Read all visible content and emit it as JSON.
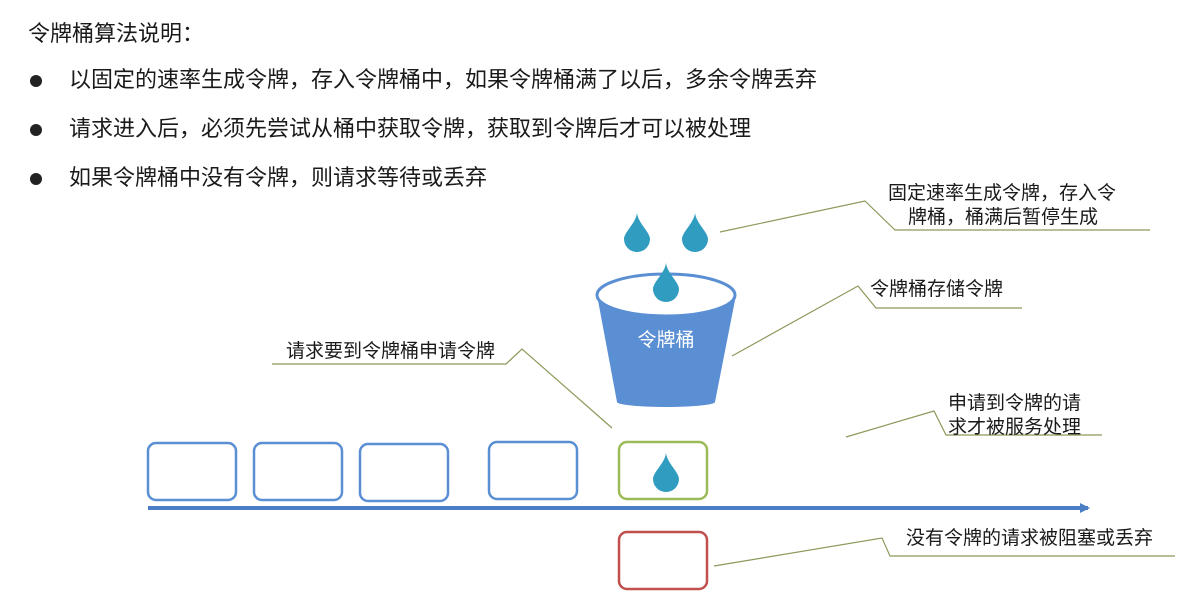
{
  "header": {
    "title": "令牌桶算法说明："
  },
  "bullets": [
    "以固定的速率生成令牌，存入令牌桶中，如果令牌桶满了以后，多余令牌丢弃",
    "请求进入后，必须先尝试从桶中获取令牌，获取到令牌后才可以被处理",
    "如果令牌桶中没有令牌，则请求等待或丢弃"
  ],
  "diagram": {
    "bucket_label": "令牌桶",
    "annotations": {
      "generate_line1": "固定速率生成令牌，存入令",
      "generate_line2": "牌桶，桶满后暂停生成",
      "storage": "令牌桶存储令牌",
      "request": "请求要到令牌桶申请令牌",
      "served_line1": "申请到令牌的请",
      "served_line2": "求才被服务处理",
      "blocked": "没有令牌的请求被阻塞或丢弃"
    },
    "colors": {
      "bucket": "#5b8fd4",
      "drop": "#2f9cc0",
      "request_box": "#5b8fd4",
      "served_box": "#9bbb59",
      "blocked_box": "#c0504d",
      "arrow": "#4a7ec5",
      "leader_line": "#8a9a5b"
    }
  }
}
